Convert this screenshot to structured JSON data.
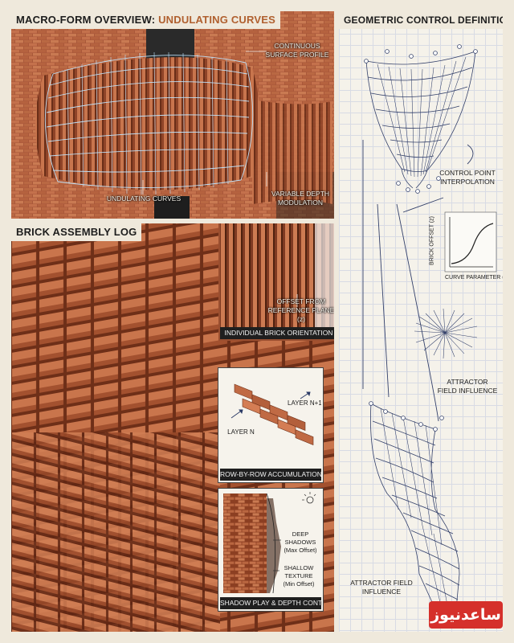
{
  "panels": {
    "macro": {
      "title_main": "MACRO-FORM OVERVIEW: ",
      "title_accent": "UNDULATING CURVES",
      "label_continuous": "CONTINUOUS\nSURFACE PROFILE",
      "label_undulating": "UNDULATING CURVES",
      "label_variable_depth": "VARIABLE DEPTH\nMODULATION"
    },
    "geometric": {
      "title": "GEOMETRIC CONTROL DEFINITION",
      "label_control_point": "CONTROL POINT\nINTERPOLATION",
      "graph_ylabel": "BRICK OFFSET (z)",
      "graph_xlabel": "CURVE PARAMETER (u)",
      "label_attractor_field": "ATTRACTOR\nFIELD INFLUENCE",
      "label_attractor_field_bottom": "ATTRACTOR FIELD\nINFLUENCE"
    },
    "brick_assembly": {
      "title": "BRICK ASSEMBLY LOG"
    },
    "orientation": {
      "label_offset": "OFFSET FROM\nREFERENCE PLANE (z)",
      "caption": "INDIVIDUAL BRICK ORIENTATION"
    },
    "row_by_row": {
      "label_layer_n1": "LAYER N+1",
      "label_layer_n": "LAYER N",
      "caption": "ROW-BY-ROW ACCUMULATION"
    },
    "shadow": {
      "label_deep": "DEEP SHADOWS\n(Max Offset)",
      "label_shallow": "SHALLOW TEXTURE\n(Min Offset)",
      "caption": "SHADOW PLAY & DEPTH CONTROL"
    }
  },
  "watermark": {
    "text": "ساعدنیوز"
  },
  "colors": {
    "brick": "#b8653f",
    "brick_dark": "#7a3a20",
    "accent_title": "#b0602f",
    "blueprint_line": "#2a3a66",
    "watermark_bg": "#d5302b"
  }
}
